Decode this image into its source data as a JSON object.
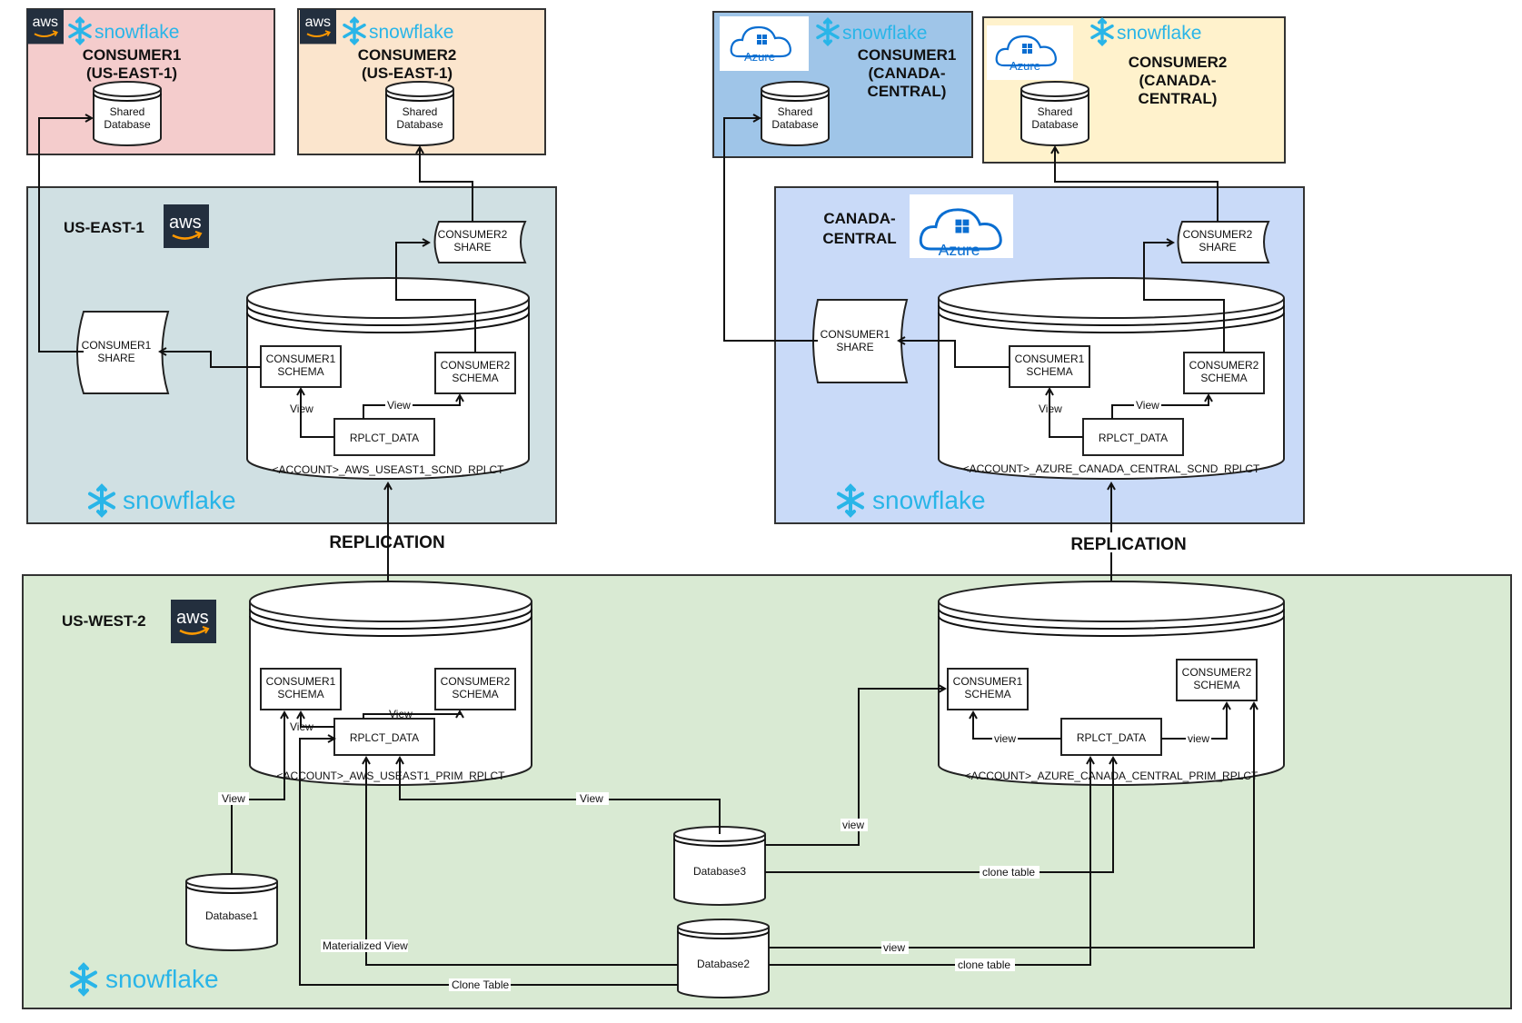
{
  "brand": {
    "snowflake": "snowflake",
    "aws": "aws",
    "azure": "Azure",
    "colors": {
      "consumer1_aws_bg": "#f4cccc",
      "consumer2_aws_bg": "#fbe5cd",
      "consumer1_azure_bg": "#9fc5e8",
      "consumer2_azure_bg": "#fff2cc",
      "us_east_bg": "#d0e0e3",
      "canada_bg": "#c9daf8",
      "us_west_bg": "#d9ead3",
      "snowflake_blue": "#29b5e8",
      "aws_dark": "#232f3e",
      "azure_blue": "#0a6ed1"
    },
    "icons": [
      "aws-logo-icon",
      "snowflake-logo-icon",
      "azure-cloud-icon",
      "database-cylinder-icon",
      "share-scroll-icon"
    ]
  },
  "consumers": {
    "c1_east": "CONSUMER1\n(US-EAST-1)",
    "c2_east": "CONSUMER2\n(US-EAST-1)",
    "c1_canada": "CONSUMER1\n(CANADA-\nCENTRAL)",
    "c2_canada": "CONSUMER2\n(CANADA-\nCENTRAL)",
    "shared_db": "Shared\nDatabase"
  },
  "regions": {
    "us_east": "US-EAST-1",
    "canada": "CANADA-\nCENTRAL",
    "us_west": "US-WEST-2"
  },
  "shares": {
    "consumer1": "CONSUMER1\nSHARE",
    "consumer2": "CONSUMER2\nSHARE"
  },
  "schemas": {
    "consumer1": "CONSUMER1\nSCHEMA",
    "consumer2": "CONSUMER2\nSCHEMA",
    "rplct_data": "RPLCT_DATA"
  },
  "databases": {
    "east_secondary": "<ACCOUNT>_AWS_USEAST1_SCND_RPLCT",
    "canada_secondary": "<ACCOUNT>_AZURE_CANADA_CENTRAL_SCND_RPLCT",
    "west_primary_aws": "<ACCOUNT>_AWS_USEAST1_PRIM_RPLCT",
    "west_primary_azure": "<ACCOUNT>_AZURE_CANADA_CENTRAL_PRIM_RPLCT",
    "db1": "Database1",
    "db2": "Database2",
    "db3": "Database3"
  },
  "edges": {
    "replication": "REPLICATION",
    "view": "View",
    "view_lower": "view",
    "materialized_view": "Materialized View",
    "clone_table": "Clone Table",
    "clone_table_lower": "clone table"
  }
}
